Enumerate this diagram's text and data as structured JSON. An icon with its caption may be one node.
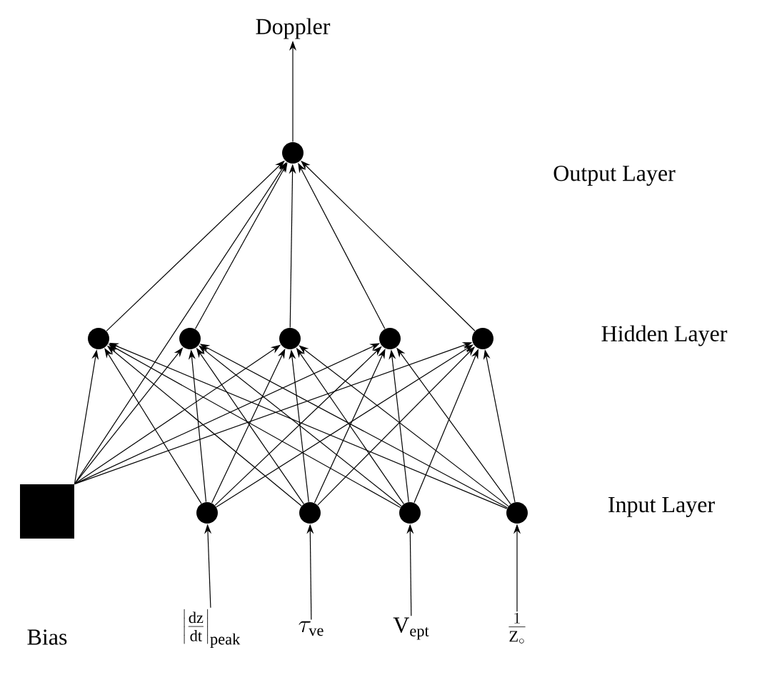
{
  "diagram": {
    "nodes": [
      {
        "text": [
          "Doppler"
        ]
      },
      {
        "text": [],
        "shape": "circle"
      },
      {
        "text": [],
        "shape": "circle"
      },
      {
        "text": [],
        "shape": "circle"
      },
      {
        "text": [],
        "shape": "circle"
      },
      {
        "text": [],
        "shape": "circle"
      },
      {
        "text": [],
        "shape": "circle"
      },
      {
        "text": [],
        "shape": "box",
        "beside": [
          "Bias"
        ]
      },
      {
        "text": [],
        "shape": "circle"
      },
      {
        "text": [],
        "shape": "circle"
      },
      {
        "text": [],
        "shape": "circle"
      },
      {
        "text": [],
        "shape": "circle"
      },
      {
        "text": [
          "\\left|\\frac{\\mathrm{dz}}{\\mathrm{dt}}\\right|_{\\mathrm{peak}}"
        ]
      },
      {
        "text": [
          "\\tau_{\\mathrm{ve}}"
        ]
      },
      {
        "text": [
          "\\mathrm{V}_{\\mathrm{ept}}"
        ]
      },
      {
        "text": [
          "\\frac{1}{\\mathrm{Z}_{\\circ}}"
        ]
      }
    ],
    "edges": [
      {
        "from": 1,
        "to": 0,
        "arrow": "to"
      },
      {
        "from": 2,
        "to": 1,
        "arrow": "to"
      },
      {
        "from": 3,
        "to": 1,
        "arrow": "to"
      },
      {
        "from": 4,
        "to": 1,
        "arrow": "to"
      },
      {
        "from": 5,
        "to": 1,
        "arrow": "to"
      },
      {
        "from": 6,
        "to": 1,
        "arrow": "to"
      },
      {
        "from": 7,
        "to": 1,
        "arrow": "to"
      },
      {
        "from": 7,
        "to": 2,
        "arrow": "to"
      },
      {
        "from": 7,
        "to": 3,
        "arrow": "to"
      },
      {
        "from": 7,
        "to": 4,
        "arrow": "to"
      },
      {
        "from": 7,
        "to": 5,
        "arrow": "to"
      },
      {
        "from": 7,
        "to": 6,
        "arrow": "to"
      },
      {
        "from": 8,
        "to": 2,
        "arrow": "to"
      },
      {
        "from": 8,
        "to": 3,
        "arrow": "to"
      },
      {
        "from": 8,
        "to": 4,
        "arrow": "to"
      },
      {
        "from": 8,
        "to": 5,
        "arrow": "to"
      },
      {
        "from": 8,
        "to": 6,
        "arrow": "to"
      },
      {
        "from": 9,
        "to": 2,
        "arrow": "to"
      },
      {
        "from": 9,
        "to": 3,
        "arrow": "to"
      },
      {
        "from": 9,
        "to": 4,
        "arrow": "to"
      },
      {
        "from": 9,
        "to": 5,
        "arrow": "to"
      },
      {
        "from": 9,
        "to": 6,
        "arrow": "to"
      },
      {
        "from": 10,
        "to": 2,
        "arrow": "to"
      },
      {
        "from": 10,
        "to": 3,
        "arrow": "to"
      },
      {
        "from": 10,
        "to": 4,
        "arrow": "to"
      },
      {
        "from": 10,
        "to": 5,
        "arrow": "to"
      },
      {
        "from": 10,
        "to": 6,
        "arrow": "to"
      },
      {
        "from": 11,
        "to": 2,
        "arrow": "to"
      },
      {
        "from": 11,
        "to": 3,
        "arrow": "to"
      },
      {
        "from": 11,
        "to": 4,
        "arrow": "to"
      },
      {
        "from": 11,
        "to": 5,
        "arrow": "to"
      },
      {
        "from": 11,
        "to": 6,
        "arrow": "to"
      },
      {
        "from": 12,
        "to": 8,
        "arrow": "to"
      },
      {
        "from": 13,
        "to": 9,
        "arrow": "to"
      },
      {
        "from": 14,
        "to": 10,
        "arrow": "to"
      },
      {
        "from": 15,
        "to": 11,
        "arrow": "to"
      }
    ],
    "labels": [
      "Output Layer",
      "Hidden Layer",
      "Input Layer"
    ]
  }
}
